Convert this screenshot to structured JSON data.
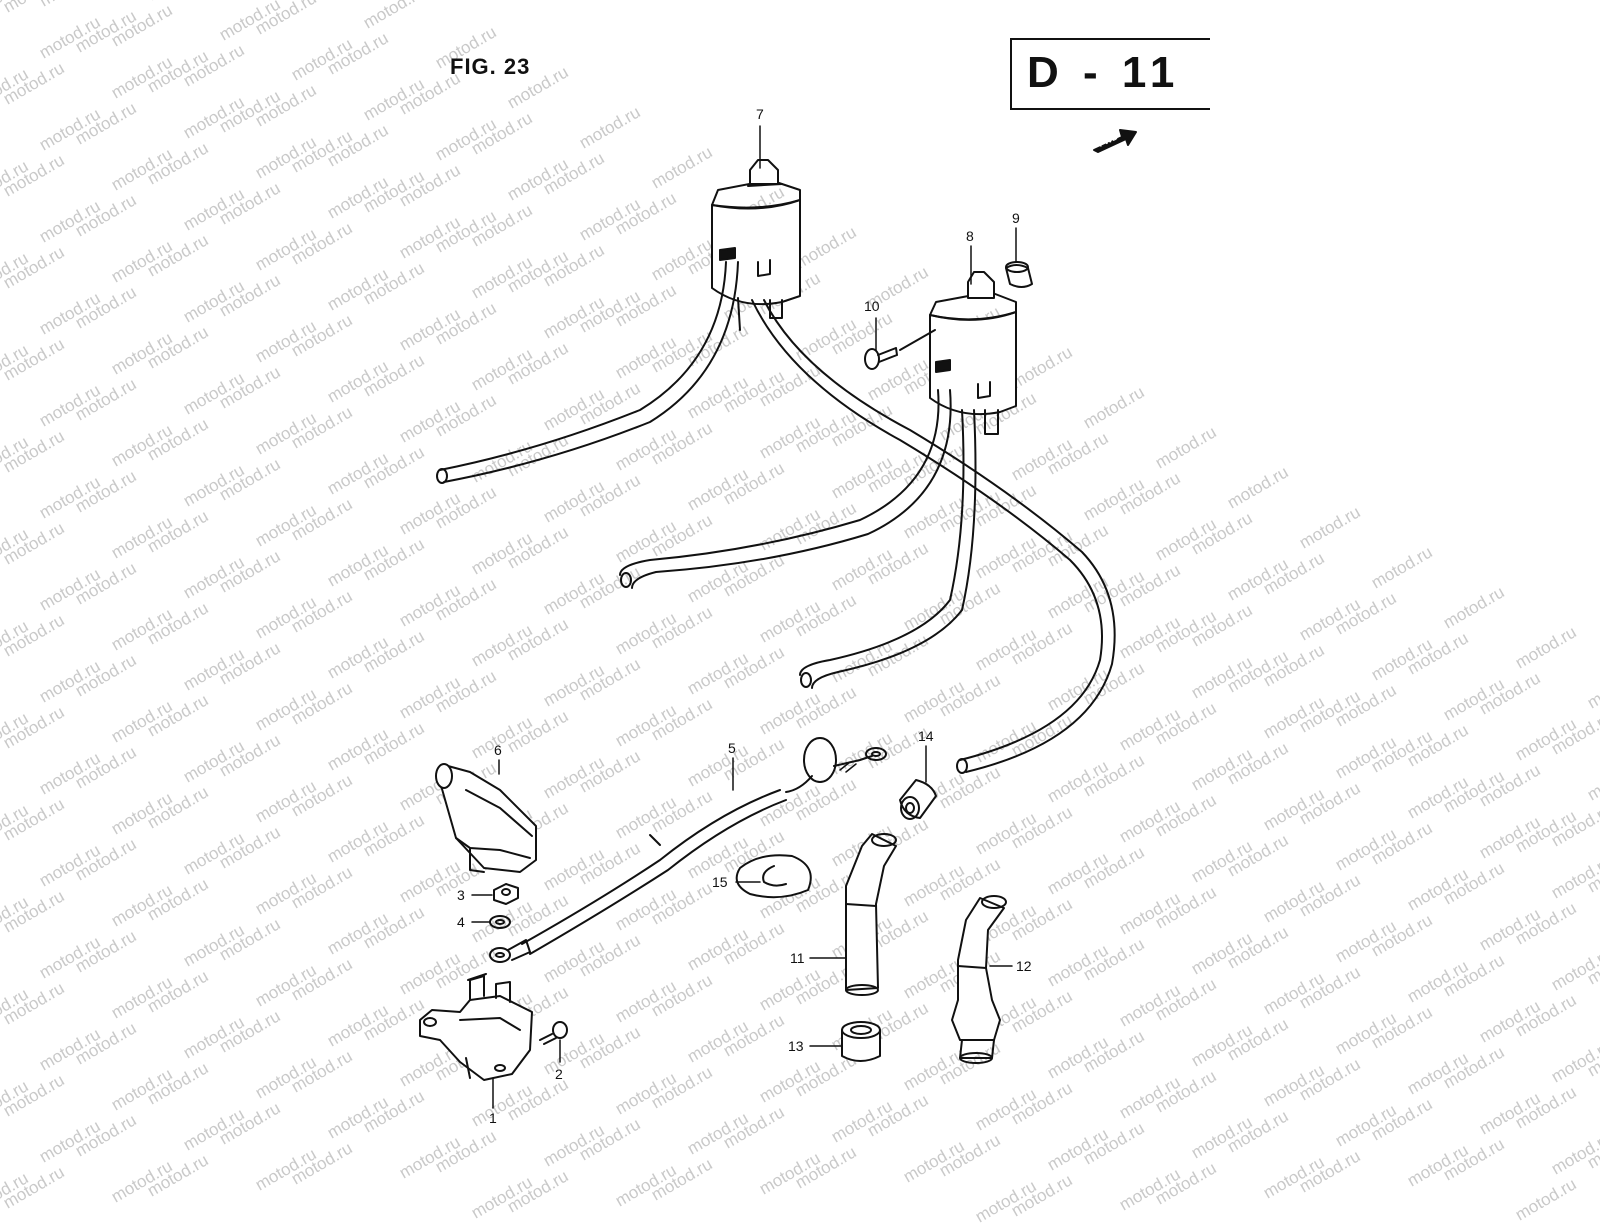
{
  "header": {
    "figure": "FIG. 23",
    "code": "D - 11",
    "direction_marker": "FWD"
  },
  "watermark": "motod.ru",
  "callouts": [
    {
      "id": "1",
      "label": "1"
    },
    {
      "id": "2",
      "label": "2"
    },
    {
      "id": "3",
      "label": "3"
    },
    {
      "id": "4",
      "label": "4"
    },
    {
      "id": "5",
      "label": "5"
    },
    {
      "id": "6",
      "label": "6"
    },
    {
      "id": "7",
      "label": "7"
    },
    {
      "id": "8",
      "label": "8"
    },
    {
      "id": "9",
      "label": "9"
    },
    {
      "id": "10",
      "label": "10"
    },
    {
      "id": "11",
      "label": "11"
    },
    {
      "id": "12",
      "label": "12"
    },
    {
      "id": "13",
      "label": "13"
    },
    {
      "id": "14",
      "label": "14"
    },
    {
      "id": "15",
      "label": "15"
    }
  ]
}
